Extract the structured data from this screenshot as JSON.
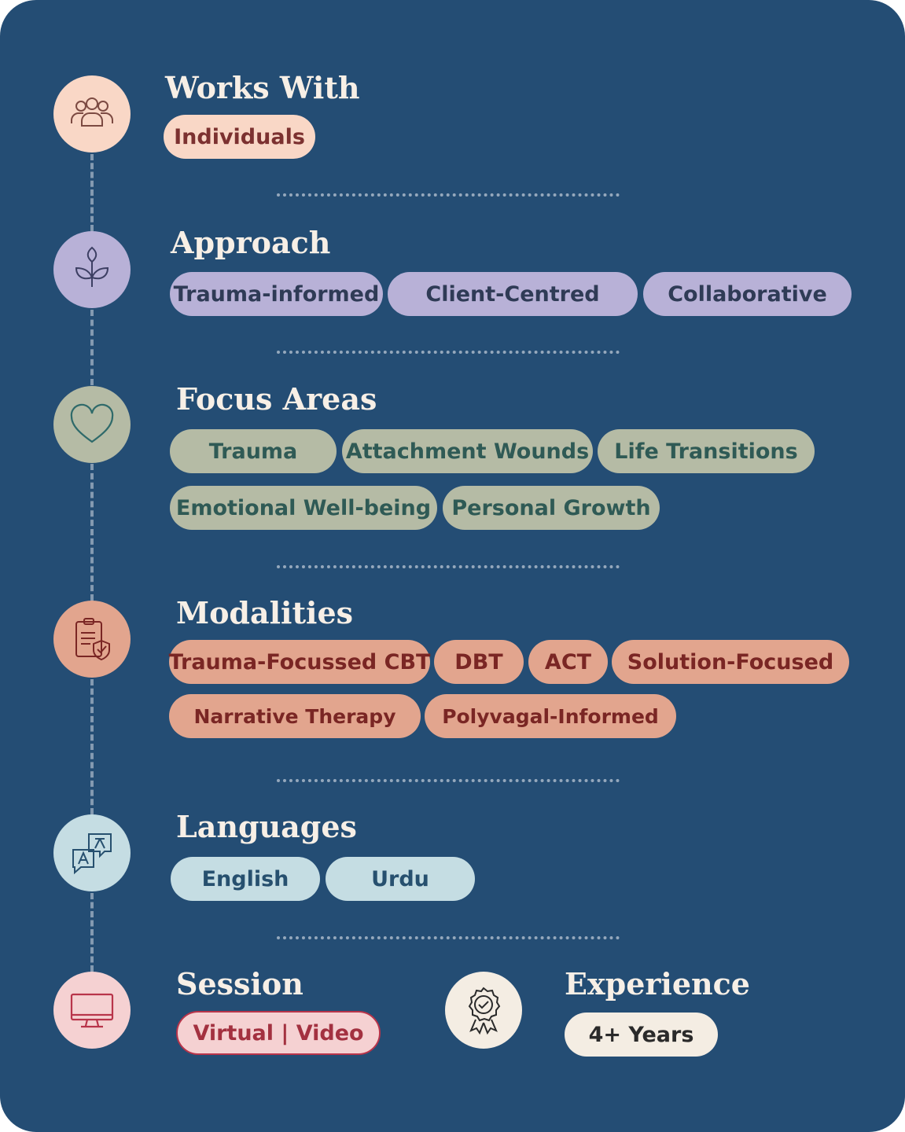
{
  "sections": {
    "works_with": {
      "title": "Works With",
      "icon": "people-icon",
      "tags": [
        "Individuals"
      ]
    },
    "approach": {
      "title": "Approach",
      "icon": "leaf-icon",
      "tags": [
        "Trauma-informed",
        "Client-Centred",
        "Collaborative"
      ]
    },
    "focus_areas": {
      "title": "Focus Areas",
      "icon": "heart-icon",
      "tags": [
        "Trauma",
        "Attachment Wounds",
        "Life Transitions",
        "Emotional Well-being",
        "Personal Growth"
      ]
    },
    "modalities": {
      "title": "Modalities",
      "icon": "clipboard-shield-icon",
      "tags": [
        "Trauma-Focussed CBT",
        "DBT",
        "ACT",
        "Solution-Focused",
        "Narrative Therapy",
        "Polyvagal-Informed"
      ]
    },
    "languages": {
      "title": "Languages",
      "icon": "translate-icon",
      "tags": [
        "English",
        "Urdu"
      ]
    },
    "session": {
      "title": "Session",
      "icon": "monitor-icon",
      "tags": [
        "Virtual | Video"
      ]
    },
    "experience": {
      "title": "Experience",
      "icon": "award-ribbon-icon",
      "tags": [
        "4+ Years"
      ]
    }
  },
  "colors": {
    "background": "#244d74",
    "works_with": "#f9d7c6",
    "approach": "#b8b1d7",
    "focus_areas": "#b5bba5",
    "modalities": "#e2a58e",
    "languages": "#c5dde3",
    "session": "#f5d1d2",
    "experience": "#f4ede3"
  }
}
